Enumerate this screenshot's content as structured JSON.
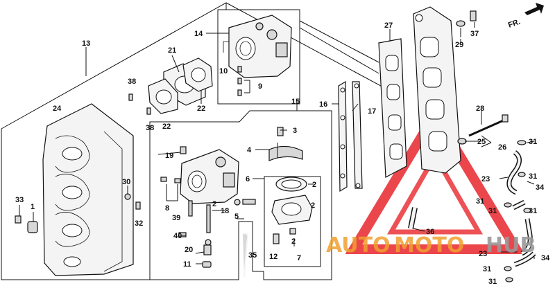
{
  "direction_label": "FR.",
  "labels": [
    {
      "id": "p1",
      "text": "1"
    },
    {
      "id": "p2a",
      "text": "2"
    },
    {
      "id": "p2b",
      "text": "2"
    },
    {
      "id": "p2c",
      "text": "2"
    },
    {
      "id": "p3",
      "text": "3"
    },
    {
      "id": "p4",
      "text": "4"
    },
    {
      "id": "p5",
      "text": "5"
    },
    {
      "id": "p6",
      "text": "6"
    },
    {
      "id": "p7",
      "text": "7"
    },
    {
      "id": "p8",
      "text": "8"
    },
    {
      "id": "p9",
      "text": "9"
    },
    {
      "id": "p10",
      "text": "10"
    },
    {
      "id": "p11",
      "text": "11"
    },
    {
      "id": "p12",
      "text": "12"
    },
    {
      "id": "p13",
      "text": "13"
    },
    {
      "id": "p14",
      "text": "14"
    },
    {
      "id": "p15",
      "text": "15"
    },
    {
      "id": "p16",
      "text": "16"
    },
    {
      "id": "p17",
      "text": "17"
    },
    {
      "id": "p18",
      "text": "18"
    },
    {
      "id": "p19",
      "text": "19"
    },
    {
      "id": "p20",
      "text": "20"
    },
    {
      "id": "p21",
      "text": "21"
    },
    {
      "id": "p22a",
      "text": "22"
    },
    {
      "id": "p22b",
      "text": "22"
    },
    {
      "id": "p23a",
      "text": "23"
    },
    {
      "id": "p23b",
      "text": "23"
    },
    {
      "id": "p24",
      "text": "24"
    },
    {
      "id": "p25",
      "text": "25"
    },
    {
      "id": "p26",
      "text": "26"
    },
    {
      "id": "p27",
      "text": "27"
    },
    {
      "id": "p28",
      "text": "28"
    },
    {
      "id": "p29",
      "text": "29"
    },
    {
      "id": "p30",
      "text": "30"
    },
    {
      "id": "p31a",
      "text": "31"
    },
    {
      "id": "p31b",
      "text": "31"
    },
    {
      "id": "p31c",
      "text": "31"
    },
    {
      "id": "p31d",
      "text": "31"
    },
    {
      "id": "p31e",
      "text": "31"
    },
    {
      "id": "p31f",
      "text": "31"
    },
    {
      "id": "p32",
      "text": "32"
    },
    {
      "id": "p33",
      "text": "33"
    },
    {
      "id": "p34a",
      "text": "34"
    },
    {
      "id": "p34b",
      "text": "34"
    },
    {
      "id": "p35",
      "text": "35"
    },
    {
      "id": "p36",
      "text": "36"
    },
    {
      "id": "p37",
      "text": "37"
    },
    {
      "id": "p38a",
      "text": "38"
    },
    {
      "id": "p38b",
      "text": "38"
    },
    {
      "id": "p39",
      "text": "39"
    },
    {
      "id": "p40",
      "text": "40"
    }
  ],
  "watermark": {
    "part1": "AUTO",
    "part2": "MOTO",
    "part3": "HUB"
  },
  "colors": {
    "watermark_red": "#e8262b",
    "watermark_orange": "#f0a030",
    "watermark_gray": "#9a9a9a",
    "line": "#111111"
  }
}
